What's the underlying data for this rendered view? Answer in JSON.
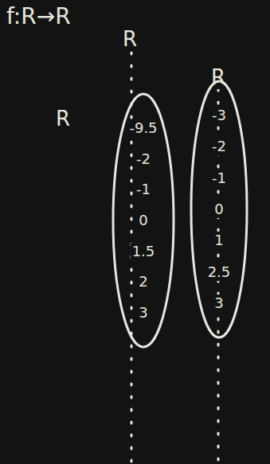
{
  "diagram": {
    "title": "f:R→R",
    "nodes": [
      {
        "text": [
          "-9.5",
          "-2",
          "-1",
          "0",
          "1.5",
          "2",
          "3"
        ]
      },
      {
        "text": [
          "-3",
          "-2",
          "-1",
          "0",
          "1",
          "2.5",
          "3"
        ]
      }
    ],
    "labels": [
      "R",
      "R",
      "R"
    ]
  }
}
